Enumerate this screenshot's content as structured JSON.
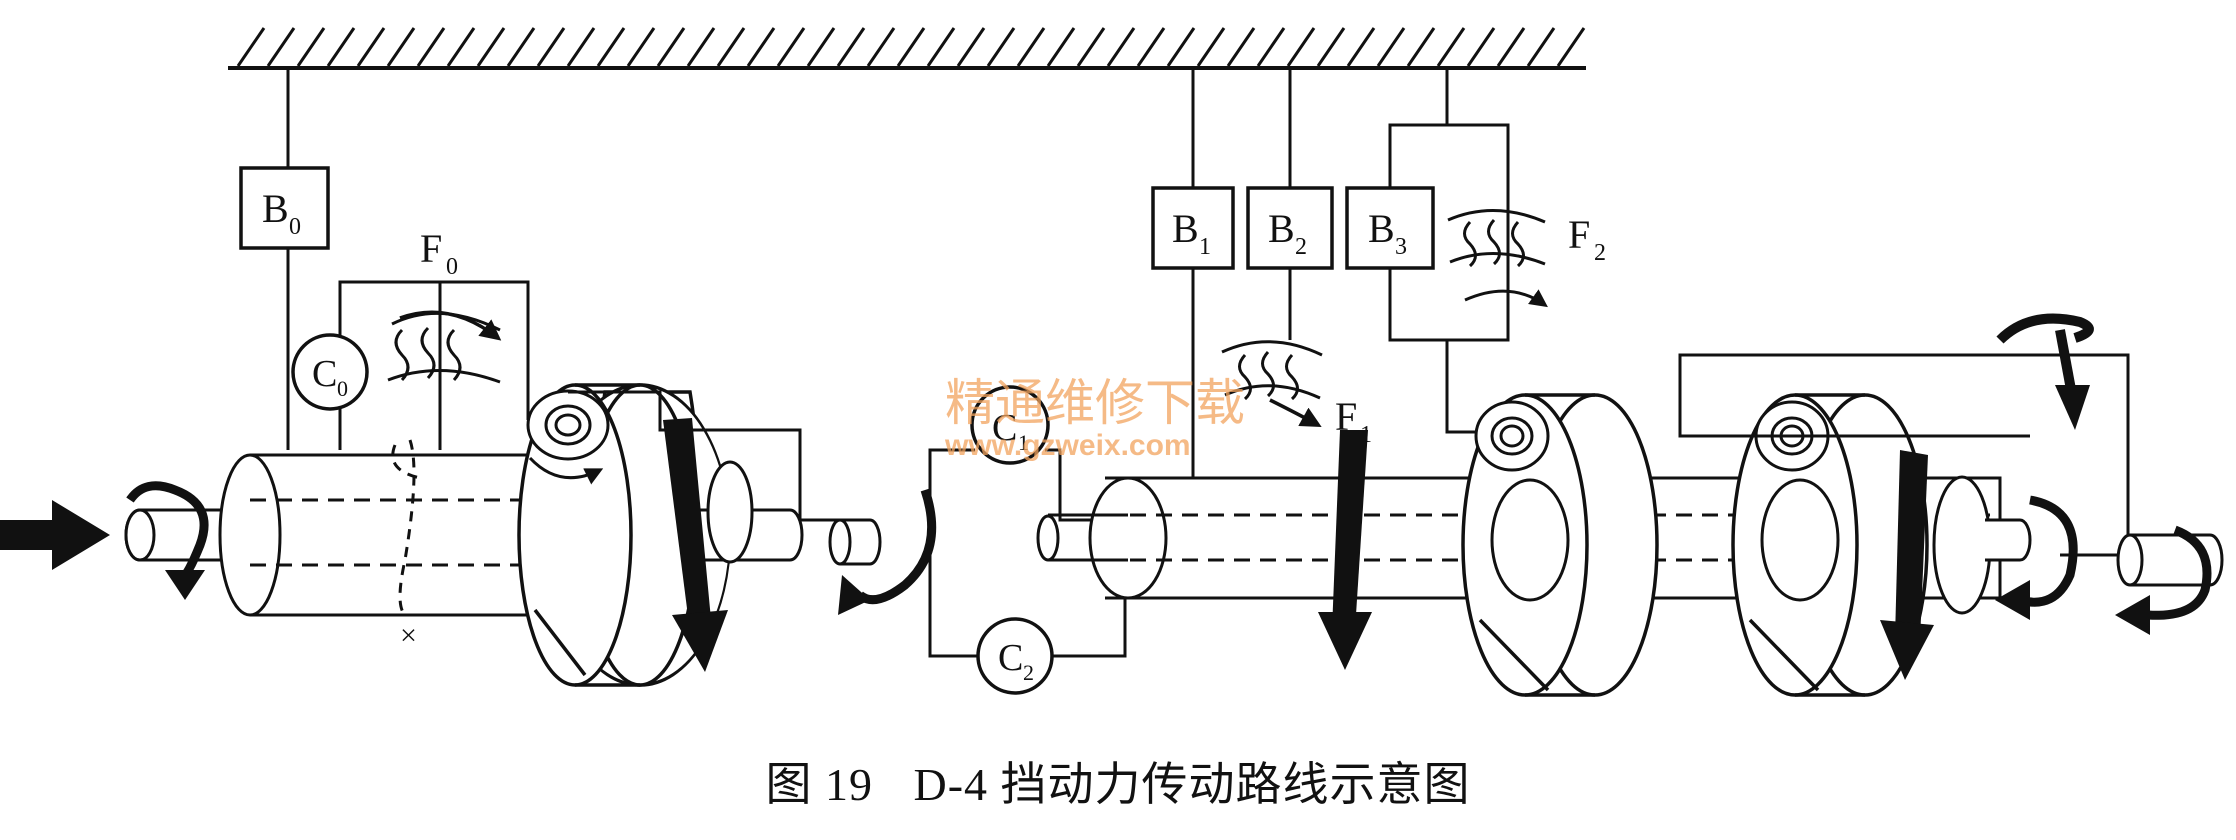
{
  "labels": {
    "b0": "B",
    "b0_sub": "0",
    "b1": "B",
    "b1_sub": "1",
    "b2": "B",
    "b2_sub": "2",
    "b3": "B",
    "b3_sub": "3",
    "c0": "C",
    "c0_sub": "0",
    "c1": "C",
    "c1_sub": "1",
    "c2": "C",
    "c2_sub": "2",
    "f0": "F",
    "f0_sub": "0",
    "f1": "F",
    "f1_sub": "1",
    "f2": "F",
    "f2_sub": "2",
    "cross_mark": "×"
  },
  "watermark": {
    "line1": "精通维修下载",
    "line2": "www.gzweix.com"
  },
  "caption": {
    "figure_no": "图 19",
    "title": "D-4 挡动力传动路线示意图"
  },
  "colors": {
    "ink": "#111111",
    "watermark": "#f2a35e",
    "background": "#ffffff"
  }
}
